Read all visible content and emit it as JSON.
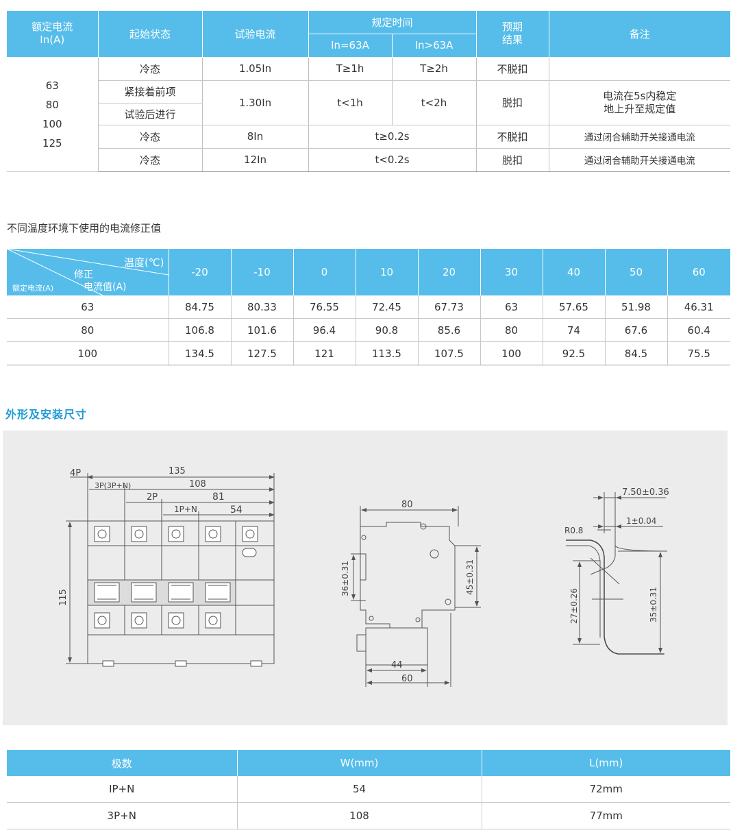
{
  "table1": {
    "headers": {
      "rated_current": "额定电流",
      "rated_current_unit": "In(A)",
      "start_state": "起始状态",
      "test_current": "试验电流",
      "spec_time": "规定时间",
      "in_le": "In=63A",
      "in_gt": "In>63A",
      "expected_1": "预期",
      "expected_2": "结果",
      "remark": "备注"
    },
    "ratings": [
      "63",
      "80",
      "100",
      "125"
    ],
    "rows": [
      {
        "state": "冷态",
        "current": "1.05In",
        "t1": "T≥1h",
        "t2": "T≥2h",
        "result": "不脱扣",
        "remark": ""
      },
      {
        "state": "紧接着前项",
        "state2": "试验后进行",
        "current": "1.30In",
        "t1": "t<1h",
        "t2": "t<2h",
        "result": "脱扣",
        "remark": "电流在5s内稳定",
        "remark2": "地上升至规定值"
      },
      {
        "state": "冷态",
        "current": "8In",
        "t": "t≥0.2s",
        "result": "不脱扣",
        "remark": "通过闭合辅助开关接通电流"
      },
      {
        "state": "冷态",
        "current": "12In",
        "t": "t<0.2s",
        "result": "脱扣",
        "remark": "通过闭合辅助开关接通电流"
      }
    ]
  },
  "table2": {
    "title": "不同温度环境下使用的电流修正值",
    "corner": {
      "temp": "温度(℃)",
      "correction": "修正",
      "value": "电流值(A)",
      "rated": "额定电流(A)"
    },
    "temps": [
      "-20",
      "-10",
      "0",
      "10",
      "20",
      "30",
      "40",
      "50",
      "60"
    ],
    "rows": [
      {
        "rated": "63",
        "values": [
          "84.75",
          "80.33",
          "76.55",
          "72.45",
          "67.73",
          "63",
          "57.65",
          "51.98",
          "46.31"
        ]
      },
      {
        "rated": "80",
        "values": [
          "106.8",
          "101.6",
          "96.4",
          "90.8",
          "85.6",
          "80",
          "74",
          "67.6",
          "60.4"
        ]
      },
      {
        "rated": "100",
        "values": [
          "134.5",
          "127.5",
          "121",
          "113.5",
          "107.5",
          "100",
          "92.5",
          "84.5",
          "75.5"
        ]
      }
    ]
  },
  "section_title": "外形及安装尺寸",
  "drawing": {
    "front": {
      "d135": "135",
      "d108": "108",
      "d81": "81",
      "d54": "54",
      "l4p": "4P",
      "l3p": "3P(3P+N)",
      "l2p": "2P",
      "l1p": "1P+N",
      "h115": "115"
    },
    "side": {
      "d80": "80",
      "d36": "36±0.31",
      "d45": "45±0.31",
      "d44": "44",
      "d60": "60"
    },
    "rail": {
      "d750": "7.50±0.36",
      "d1": "1±0.04",
      "r08": "R0.8",
      "d27": "27±0.26",
      "d35": "35±0.31"
    }
  },
  "table3": {
    "headers": [
      "极数",
      "W(mm)",
      "L(mm)"
    ],
    "rows": [
      [
        "IP+N",
        "54",
        "72mm"
      ],
      [
        "3P+N",
        "108",
        "77mm"
      ]
    ]
  },
  "colors": {
    "header_bg": "#56bdea",
    "section_title": "#1e9bd7",
    "panel_bg": "#ececec"
  }
}
